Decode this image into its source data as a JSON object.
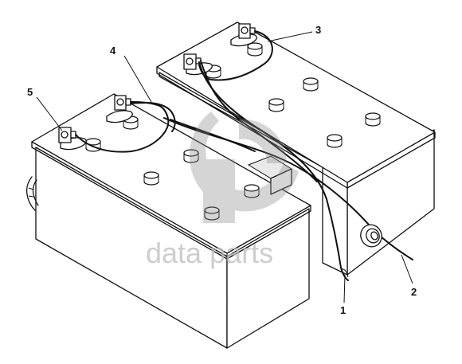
{
  "callouts": {
    "c1": "1",
    "c2": "2",
    "c3": "3",
    "c4": "4",
    "c5": "5"
  },
  "watermark": {
    "text": "data parts",
    "color": "#bdbdbd"
  }
}
